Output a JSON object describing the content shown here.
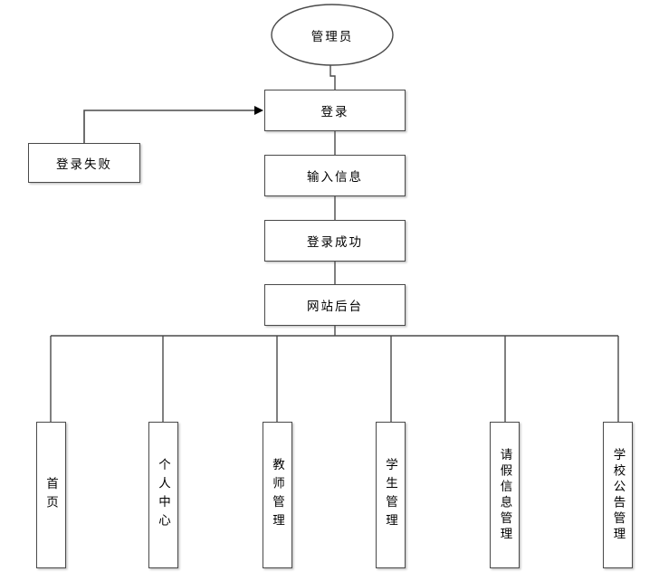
{
  "flow": {
    "actor": "管理员",
    "login": "登录",
    "login_fail": "登录失败",
    "input_info": "输入信息",
    "login_success": "登录成功",
    "backend": "网站后台",
    "modules": [
      "首页",
      "个人中心",
      "教师管理",
      "学生管理",
      "请假信息管理",
      "学校公告管理"
    ],
    "colors": {
      "line": "#4a4a4a",
      "node_border": "#4a4a4a",
      "node_fill": "#ffffff",
      "text": "#000000",
      "background": "#ffffff"
    }
  }
}
